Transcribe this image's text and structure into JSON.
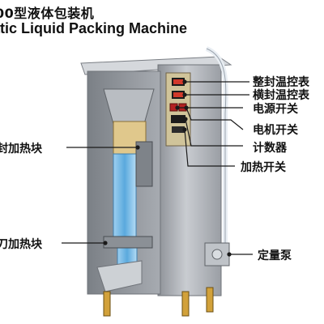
{
  "title_cn": "00型液体包装机",
  "title_en": "atic Liquid Packing Machine",
  "labels_right": [
    "整封温控表",
    "横封温控表",
    "电源开关",
    "电机开关",
    "计数器",
    "加热开关",
    "定量泵"
  ],
  "labels_left": [
    "封加热块",
    "刀加热块"
  ],
  "colors": {
    "machine_steel": "#a9adb3",
    "panel_red": "#c0392b",
    "liquid_blue": "#6fb7e6",
    "leader_line": "#1a1a1a"
  }
}
